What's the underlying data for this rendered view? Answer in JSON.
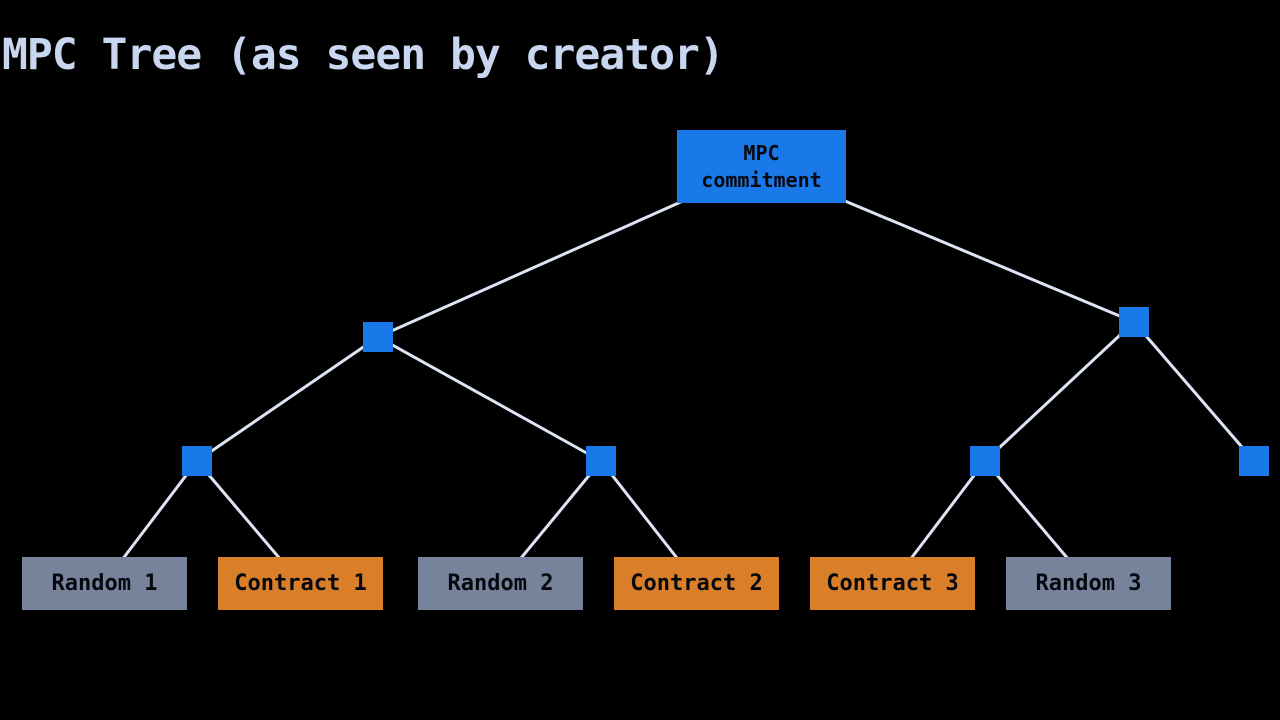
{
  "title": "MPC Tree (as seen by creator)",
  "colors": {
    "background": "#000000",
    "node_blue": "#1a79e8",
    "leaf_gray": "#76839b",
    "leaf_orange": "#d97e29",
    "edge": "#dde4f4",
    "title_text": "#c9d6ef",
    "node_text": "#06080f"
  },
  "tree": {
    "root": {
      "label": "MPC\ncommitment"
    },
    "internal_nodes": [
      {
        "id": "left-branch"
      },
      {
        "id": "right-branch"
      },
      {
        "id": "left-left-branch"
      },
      {
        "id": "left-right-branch"
      },
      {
        "id": "right-left-branch"
      },
      {
        "id": "right-right-branch"
      }
    ],
    "leaves": [
      {
        "label": "Random 1",
        "type": "random"
      },
      {
        "label": "Contract 1",
        "type": "contract"
      },
      {
        "label": "Random 2",
        "type": "random"
      },
      {
        "label": "Contract 2",
        "type": "contract"
      },
      {
        "label": "Contract 3",
        "type": "contract"
      },
      {
        "label": "Random 3",
        "type": "random"
      }
    ],
    "edges": [
      "root -> left-branch",
      "root -> right-branch",
      "left-branch -> left-left-branch",
      "left-branch -> left-right-branch",
      "right-branch -> right-left-branch",
      "right-branch -> right-right-branch",
      "left-left-branch -> Random 1",
      "left-left-branch -> Contract 1",
      "left-right-branch -> Random 2",
      "left-right-branch -> Contract 2",
      "right-left-branch -> Contract 3",
      "right-left-branch -> Random 3"
    ]
  }
}
